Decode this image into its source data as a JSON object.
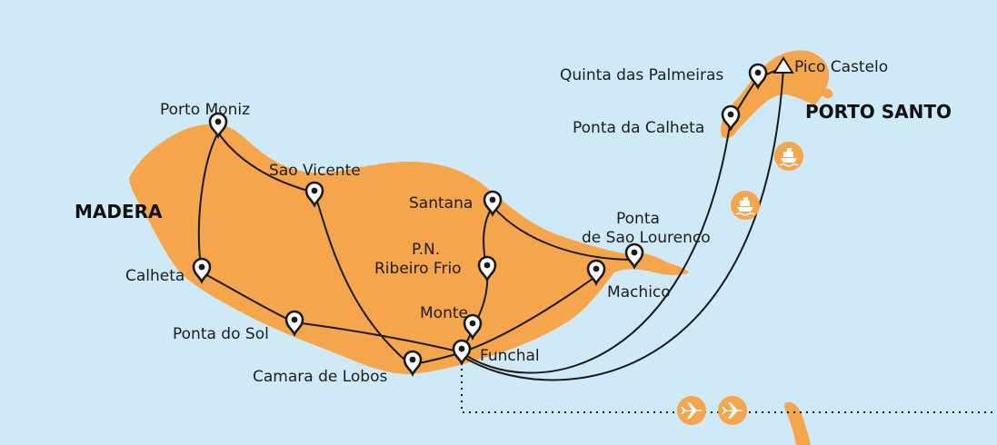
{
  "colors": {
    "sea": "#cfe9f7",
    "land": "#f5a54c",
    "route": "#1a1a1a",
    "marker_fill": "#ffffff",
    "marker_stroke": "#1a1a1a",
    "icon_badge": "#f5a54c",
    "icon_glyph": "#ffffff"
  },
  "regions": {
    "madeira": "MADERA",
    "porto_santo": "PORTO SANTO"
  },
  "places": {
    "porto_moniz": "Porto Moniz",
    "sao_vicente": "Sao Vicente",
    "calheta": "Calheta",
    "ponta_do_sol": "Ponta do Sol",
    "camara_de_lobos": "Camara de Lobos",
    "funchal": "Funchal",
    "monte": "Monte",
    "ribeiro_frio_line1": "P.N.",
    "ribeiro_frio_line2": "Ribeiro Frio",
    "santana": "Santana",
    "sao_lourenco_line1": "Ponta",
    "sao_lourenco_line2": "de Sao Lourenco",
    "machico": "Machico",
    "quinta_das_palmeiras": "Quinta das Palmeiras",
    "pico_castelo": "Pico Castelo",
    "ponta_da_calheta": "Ponta da Calheta"
  },
  "icons": {
    "ferry": "ferry-icon",
    "plane": "plane-icon",
    "location": "location-pin-icon",
    "peak": "peak-triangle-icon"
  }
}
